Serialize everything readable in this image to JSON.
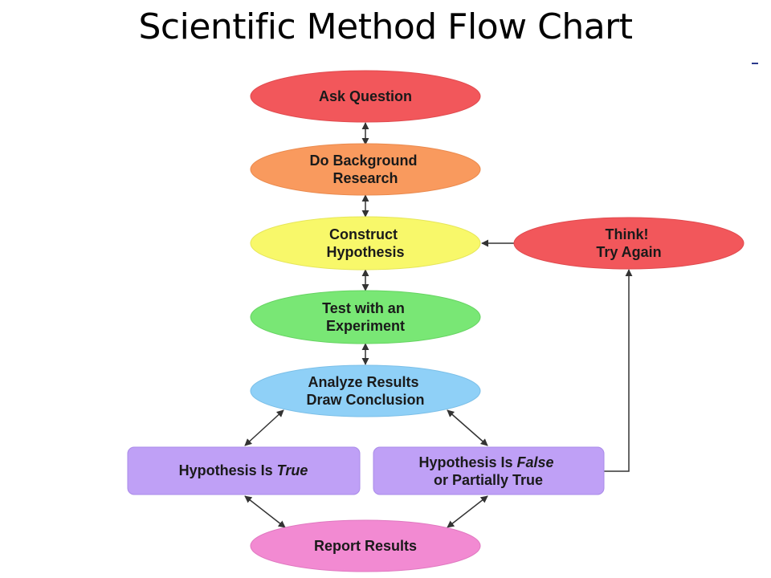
{
  "title": "Scientific Method Flow Chart",
  "colors": {
    "red": "#f2575b",
    "orange": "#f99a5e",
    "yellow": "#f8f86a",
    "green": "#79e775",
    "blue": "#8fd0f7",
    "purple": "#bfa0f6",
    "pink": "#f28ad2",
    "arrow": "#333333"
  },
  "nodes": {
    "ask": {
      "lines": [
        "Ask Question"
      ]
    },
    "background": {
      "lines": [
        "Do Background",
        "Research"
      ]
    },
    "hypothesis": {
      "lines": [
        "Construct",
        "Hypothesis"
      ]
    },
    "experiment": {
      "lines": [
        "Test with an",
        "Experiment"
      ]
    },
    "analyze": {
      "lines": [
        "Analyze Results",
        "Draw Conclusion"
      ]
    },
    "think": {
      "lines": [
        "Think!",
        "Try Again"
      ]
    },
    "true_box": {
      "prefix": "Hypothesis Is ",
      "emph": "True"
    },
    "false_box": {
      "line1_prefix": "Hypothesis Is ",
      "line1_emph": "False",
      "line2": "or Partially True"
    },
    "report": {
      "lines": [
        "Report Results"
      ]
    }
  }
}
